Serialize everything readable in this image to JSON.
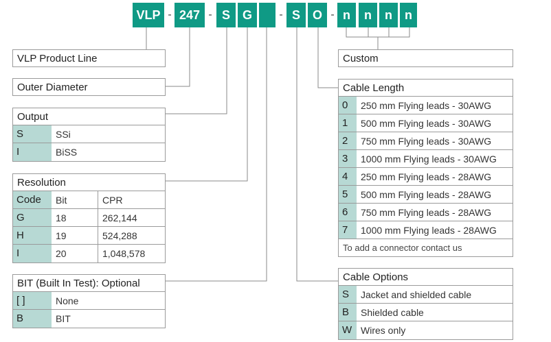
{
  "code": {
    "segments": [
      "VLP",
      "247",
      "S",
      "G",
      "",
      "S",
      "O",
      "n",
      "n",
      "n",
      "n"
    ],
    "separator": "-"
  },
  "product_line": {
    "label": "VLP  Product Line"
  },
  "outer_diameter": {
    "label": "Outer Diameter"
  },
  "output": {
    "title": "Output",
    "rows": [
      {
        "code": "S",
        "desc": "SSi"
      },
      {
        "code": "I",
        "desc": "BiSS"
      }
    ]
  },
  "resolution": {
    "title": "Resolution",
    "headers": [
      "Code",
      "Bit",
      "CPR"
    ],
    "rows": [
      {
        "code": "G",
        "bit": "18",
        "cpr": "262,144"
      },
      {
        "code": "H",
        "bit": "19",
        "cpr": "524,288"
      },
      {
        "code": "I",
        "bit": "20",
        "cpr": "1,048,578"
      }
    ]
  },
  "bit": {
    "title": "BIT (Built In Test): Optional",
    "rows": [
      {
        "code": "[ ]",
        "desc": "None"
      },
      {
        "code": "B",
        "desc": "BIT"
      }
    ]
  },
  "custom": {
    "label": "Custom"
  },
  "cable_length": {
    "title": "Cable Length",
    "rows": [
      {
        "code": "0",
        "desc": "250 mm Flying leads - 30AWG"
      },
      {
        "code": "1",
        "desc": "500 mm Flying leads - 30AWG"
      },
      {
        "code": "2",
        "desc": "750 mm Flying leads - 30AWG"
      },
      {
        "code": "3",
        "desc": "1000 mm Flying leads - 30AWG"
      },
      {
        "code": "4",
        "desc": "250 mm Flying leads - 28AWG"
      },
      {
        "code": "5",
        "desc": "500 mm Flying leads - 28AWG"
      },
      {
        "code": "6",
        "desc": "750 mm Flying leads - 28AWG"
      },
      {
        "code": "7",
        "desc": "1000 mm Flying leads - 28AWG"
      }
    ],
    "note": "To add a connector contact us"
  },
  "cable_options": {
    "title": "Cable Options",
    "rows": [
      {
        "code": "S",
        "desc": "Jacket and shielded cable"
      },
      {
        "code": "B",
        "desc": "Shielded cable"
      },
      {
        "code": "W",
        "desc": "Wires only"
      }
    ]
  },
  "colors": {
    "accent": "#0f9a85",
    "key_cell": "#b7d9d4",
    "border": "#9a9a9a"
  }
}
